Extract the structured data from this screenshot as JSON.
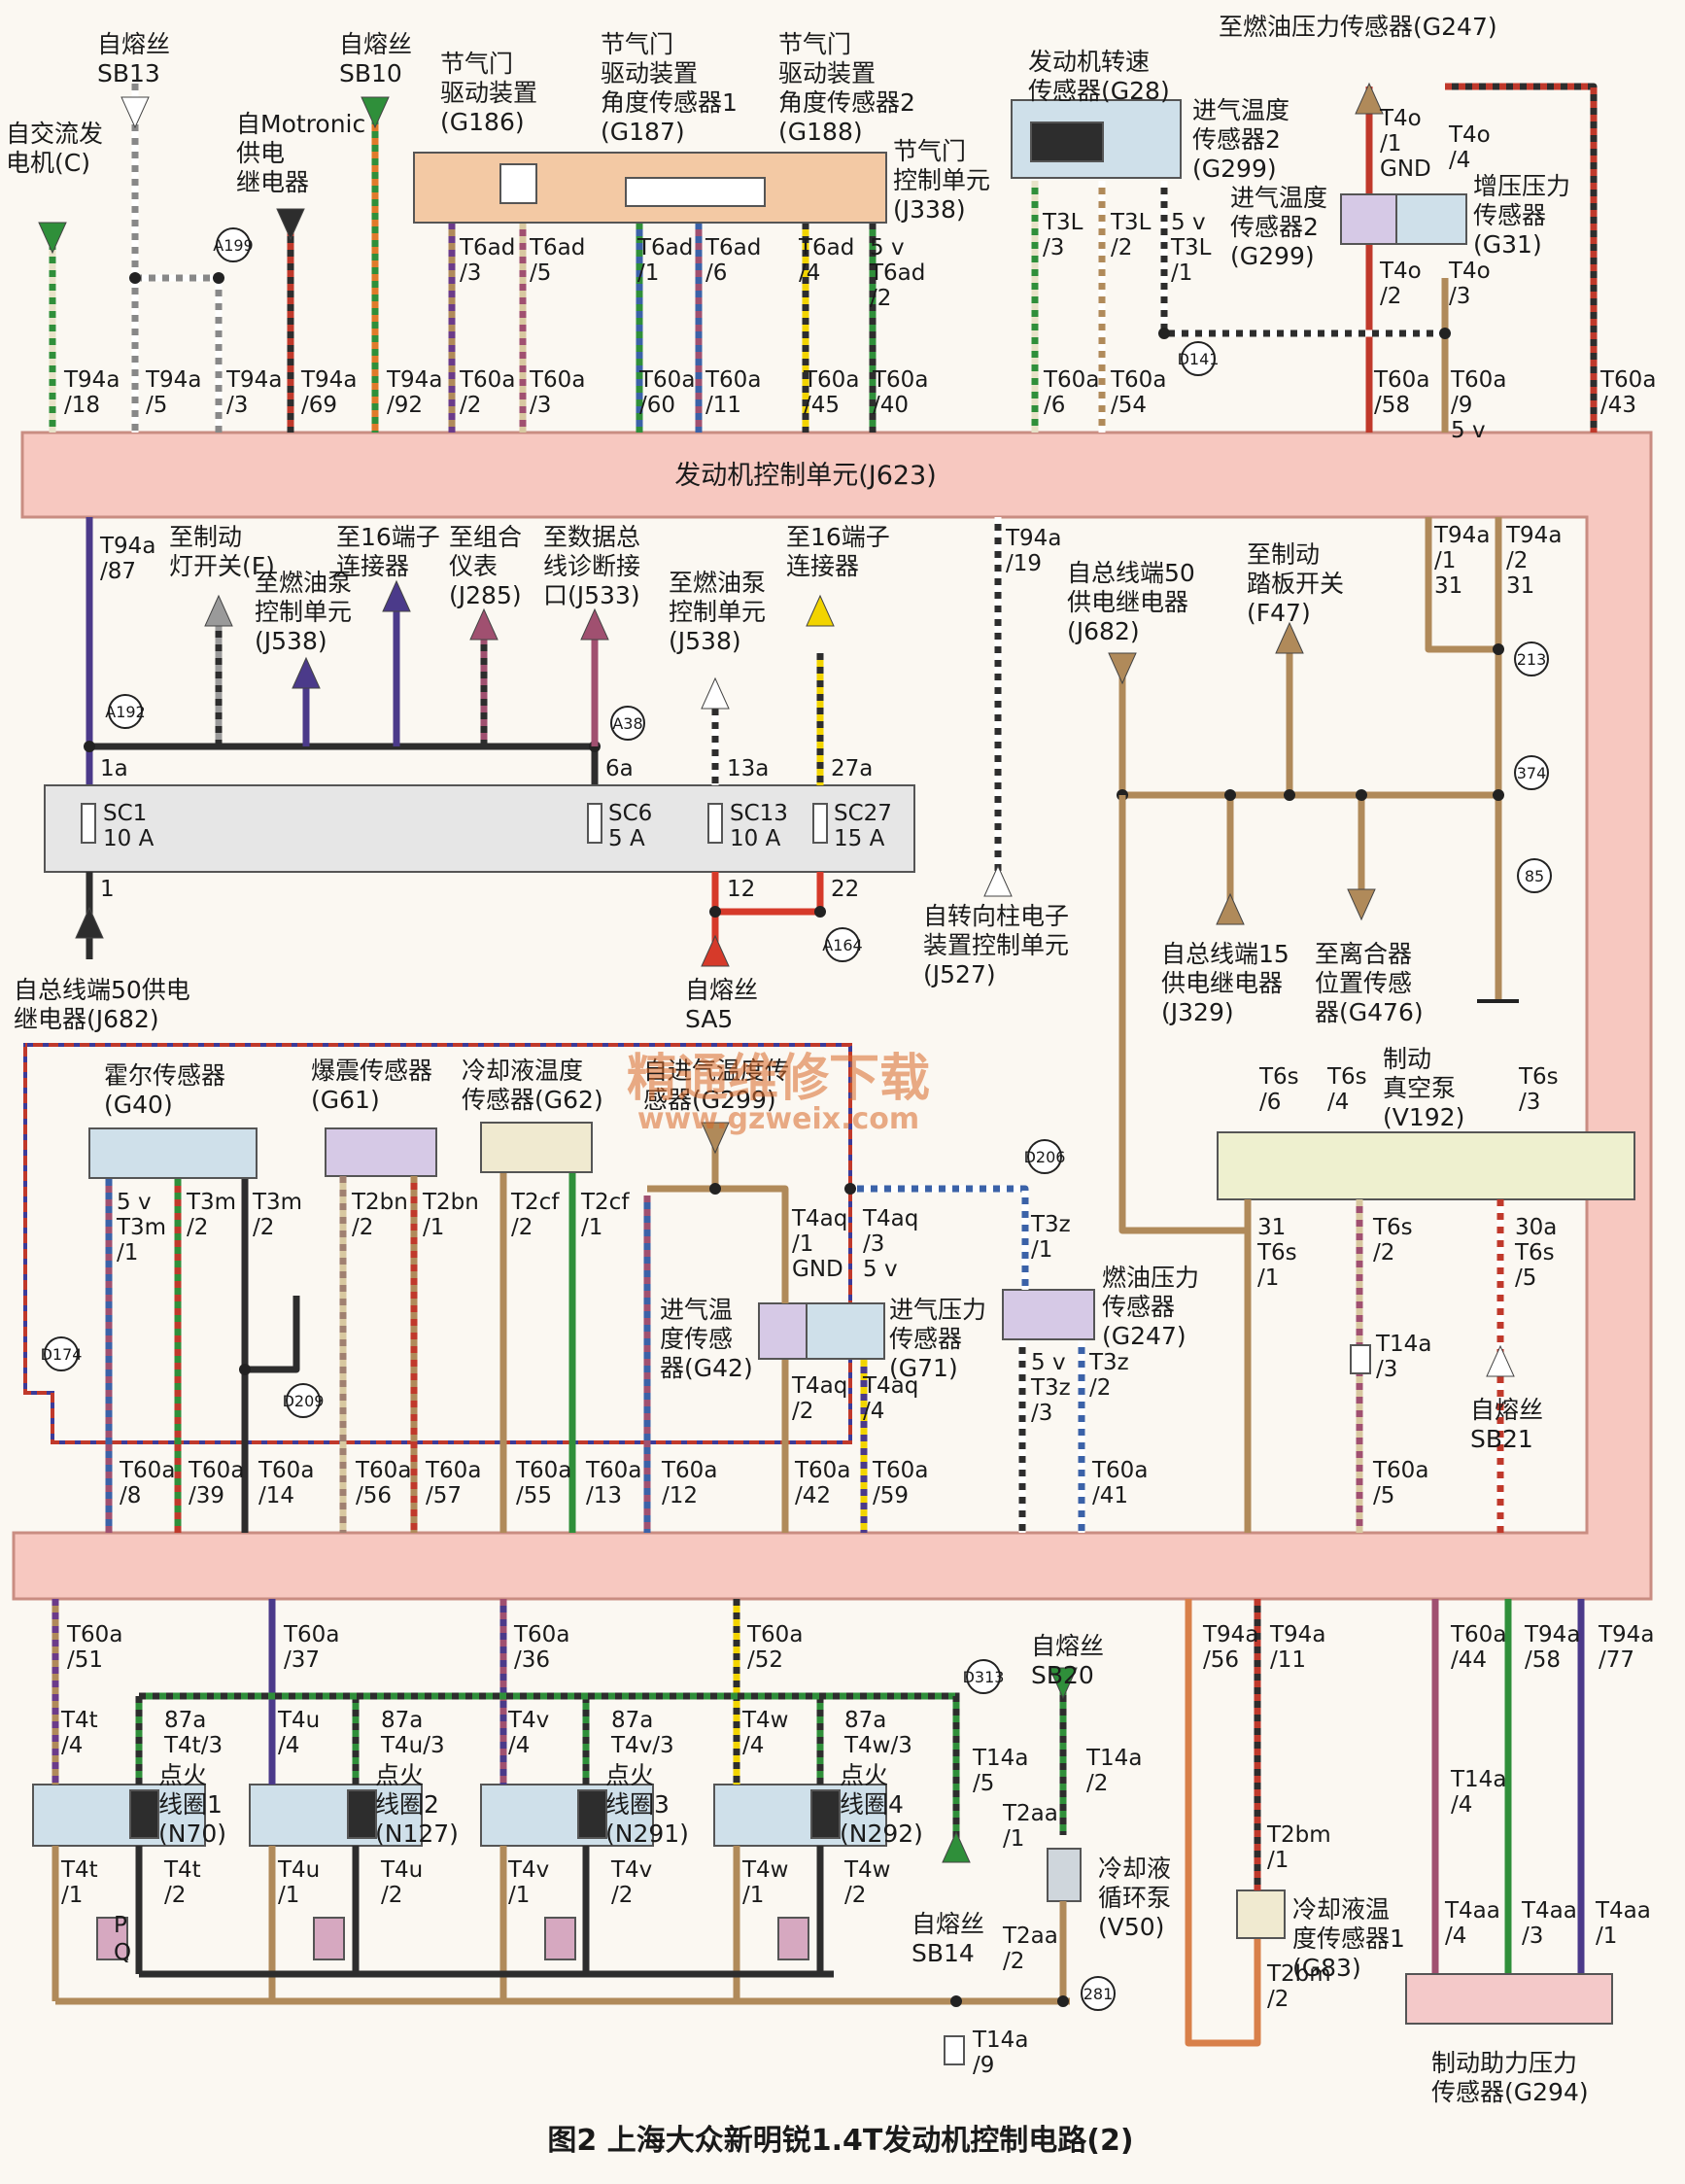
{
  "caption": "图2 上海大众新明锐1.4T发动机控制电路(2)",
  "watermark": {
    "title": "精通维修下载",
    "url": "www.gzweix.com"
  },
  "ecu": {
    "label": "发动机控制单元(J623)"
  },
  "colors": {
    "ecu_band": "#f7c8c0",
    "ecu_border": "#c98d82",
    "component": "#cfe0ea",
    "throttle": "#f3c9a4",
    "fuse_box": "#e6e6e6",
    "pump": "#eef0cf",
    "brake_sensor": "#f4c9c9"
  },
  "top_labels": [
    {
      "id": "alternator",
      "lines": [
        "自交流发",
        "电机(C)"
      ]
    },
    {
      "id": "sb13",
      "lines": [
        "自熔丝",
        "SB13"
      ]
    },
    {
      "id": "motronic",
      "lines": [
        "自Motronic",
        "供电",
        "继电器"
      ]
    },
    {
      "id": "sb10",
      "lines": [
        "自熔丝",
        "SB10"
      ]
    },
    {
      "id": "g186",
      "lines": [
        "节气门",
        "驱动装置",
        "(G186)"
      ]
    },
    {
      "id": "g187",
      "lines": [
        "节气门",
        "驱动装置",
        "角度传感器1",
        "(G187)"
      ]
    },
    {
      "id": "g188",
      "lines": [
        "节气门",
        "驱动装置",
        "角度传感器2",
        "(G188)"
      ]
    },
    {
      "id": "j338",
      "lines": [
        "节气门",
        "控制单元",
        "(J338)"
      ]
    },
    {
      "id": "g28",
      "lines": [
        "发动机转速",
        "传感器(G28)"
      ]
    },
    {
      "id": "g299a",
      "lines": [
        "进气温度",
        "传感器2",
        "(G299)"
      ]
    },
    {
      "id": "to_g247",
      "lines": [
        "至燃油压力传感器(G247)"
      ]
    },
    {
      "id": "g299b",
      "lines": [
        "进气温度",
        "传感器2",
        "(G299)"
      ]
    },
    {
      "id": "g31",
      "lines": [
        "增压压力",
        "传感器",
        "(G31)"
      ]
    }
  ],
  "top_pins": [
    {
      "lines": [
        "T94a",
        "/18"
      ]
    },
    {
      "lines": [
        "T94a",
        "/5"
      ]
    },
    {
      "lines": [
        "T94a",
        "/3"
      ]
    },
    {
      "lines": [
        "T94a",
        "/69"
      ]
    },
    {
      "lines": [
        "T94a",
        "/92"
      ]
    },
    {
      "lines": [
        "T60a",
        "/2"
      ]
    },
    {
      "lines": [
        "T60a",
        "/3"
      ]
    },
    {
      "lines": [
        "T60a",
        "/60"
      ]
    },
    {
      "lines": [
        "T60a",
        "/11"
      ]
    },
    {
      "lines": [
        "T60a",
        "/45"
      ]
    },
    {
      "lines": [
        "T60a",
        "/40"
      ]
    },
    {
      "lines": [
        "T60a",
        "/6"
      ]
    },
    {
      "lines": [
        "T60a",
        "/54"
      ]
    },
    {
      "lines": [
        "T60a",
        "/58"
      ]
    },
    {
      "lines": [
        "T60a",
        "/9",
        "5 v"
      ]
    },
    {
      "lines": [
        "T60a",
        "/43"
      ]
    }
  ],
  "connector_pins": [
    {
      "lines": [
        "T6ad",
        "/3"
      ]
    },
    {
      "lines": [
        "T6ad",
        "/5"
      ]
    },
    {
      "lines": [
        "T6ad",
        "/1"
      ]
    },
    {
      "lines": [
        "T6ad",
        "/6"
      ]
    },
    {
      "lines": [
        "T6ad",
        "/4"
      ]
    },
    {
      "lines": [
        "5 v",
        "T6ad",
        "/2"
      ]
    },
    {
      "lines": [
        "T3L",
        "/3"
      ]
    },
    {
      "lines": [
        "T3L",
        "/2"
      ]
    },
    {
      "lines": [
        "5 v",
        "T3L",
        "/1"
      ]
    },
    {
      "lines": [
        "T4o",
        "/1",
        "GND"
      ]
    },
    {
      "lines": [
        "T4o",
        "/4"
      ]
    },
    {
      "lines": [
        "T4o",
        "/2"
      ]
    },
    {
      "lines": [
        "T4o",
        "/3"
      ]
    }
  ],
  "nodes": [
    "A199",
    "D141",
    "A192",
    "A38",
    "A164",
    "213",
    "374",
    "85",
    "D206",
    "D174",
    "D209",
    "D313",
    "281"
  ],
  "middle_labels": [
    {
      "id": "to_f",
      "lines": [
        "至制动",
        "灯开关(F)"
      ]
    },
    {
      "id": "to_j538a",
      "lines": [
        "至燃油泵",
        "控制单元",
        "(J538)"
      ]
    },
    {
      "id": "to_16pin",
      "lines": [
        "至16端子",
        "连接器"
      ]
    },
    {
      "id": "to_j285",
      "lines": [
        "至组合",
        "仪表",
        "(J285)"
      ]
    },
    {
      "id": "to_j533",
      "lines": [
        "至数据总",
        "线诊断接",
        "口(J533)"
      ]
    },
    {
      "id": "to_j538b",
      "lines": [
        "至燃油泵",
        "控制单元",
        "(J538)"
      ]
    },
    {
      "id": "to_16pin_b",
      "lines": [
        "至16端子",
        "连接器"
      ]
    },
    {
      "id": "j682_top",
      "lines": [
        "自总线端50",
        "供电继电器",
        "(J682)"
      ]
    },
    {
      "id": "to_f47",
      "lines": [
        "至制动",
        "踏板开关",
        "(F47)"
      ]
    },
    {
      "id": "j527",
      "lines": [
        "自转向柱电子",
        "装置控制单元",
        "(J527)"
      ]
    },
    {
      "id": "j329",
      "lines": [
        "自总线端15",
        "供电继电器",
        "(J329)"
      ]
    },
    {
      "id": "g476",
      "lines": [
        "至离合器",
        "位置传感",
        "器(G476)"
      ]
    },
    {
      "id": "j682_bottom",
      "lines": [
        "自总线端50供电",
        "继电器(J682)"
      ]
    },
    {
      "id": "sa5",
      "lines": [
        "自熔丝",
        "SA5"
      ]
    }
  ],
  "middle_pins": [
    {
      "lines": [
        "T94a",
        "/87"
      ]
    },
    {
      "lines": [
        "T94a",
        "/19"
      ]
    },
    {
      "lines": [
        "T94a",
        "/1",
        "31"
      ]
    },
    {
      "lines": [
        "T94a",
        "/2",
        "31"
      ]
    }
  ],
  "fuses": [
    {
      "name": "SC1",
      "rating": "10 A",
      "in": "1a",
      "out": "1"
    },
    {
      "name": "SC6",
      "rating": "5 A",
      "in": "6a",
      "out": ""
    },
    {
      "name": "SC13",
      "rating": "10 A",
      "in": "13a",
      "out": "12"
    },
    {
      "name": "SC27",
      "rating": "15 A",
      "in": "27a",
      "out": "22"
    }
  ],
  "lower_components": [
    {
      "id": "g40",
      "lines": [
        "霍尔传感器",
        "(G40)"
      ]
    },
    {
      "id": "g61",
      "lines": [
        "爆震传感器",
        "(G61)"
      ]
    },
    {
      "id": "g62",
      "lines": [
        "冷却液温度",
        "传感器(G62)"
      ]
    },
    {
      "id": "g299c",
      "lines": [
        "自进气温度传",
        "感器(G299)"
      ]
    },
    {
      "id": "g42",
      "lines": [
        "进气温",
        "度传感",
        "器(G42)"
      ]
    },
    {
      "id": "g71",
      "lines": [
        "进气压力",
        "传感器",
        "(G71)"
      ]
    },
    {
      "id": "g247",
      "lines": [
        "燃油压力",
        "传感器",
        "(G247)"
      ]
    },
    {
      "id": "v192",
      "lines": [
        "制动",
        "真空泵",
        "(V192)"
      ]
    },
    {
      "id": "sb21",
      "lines": [
        "自熔丝",
        "SB21"
      ]
    }
  ],
  "lower_pins": [
    {
      "lines": [
        "5 v",
        "T3m",
        "/1"
      ]
    },
    {
      "lines": [
        "T3m",
        "/2"
      ]
    },
    {
      "lines": [
        "T3m",
        "/2"
      ]
    },
    {
      "lines": [
        "T2bn",
        "/2"
      ]
    },
    {
      "lines": [
        "T2bn",
        "/1"
      ]
    },
    {
      "lines": [
        "T2cf",
        "/2"
      ]
    },
    {
      "lines": [
        "T2cf",
        "/1"
      ]
    },
    {
      "lines": [
        "T4aq",
        "/1",
        "GND"
      ]
    },
    {
      "lines": [
        "T4aq",
        "/3",
        "5 v"
      ]
    },
    {
      "lines": [
        "T4aq",
        "/2"
      ]
    },
    {
      "lines": [
        "T4aq",
        "/4"
      ]
    },
    {
      "lines": [
        "T3z",
        "/1"
      ]
    },
    {
      "lines": [
        "5 v",
        "T3z",
        "/3"
      ]
    },
    {
      "lines": [
        "T3z",
        "/2"
      ]
    },
    {
      "lines": [
        "T6s",
        "/6"
      ]
    },
    {
      "lines": [
        "T6s",
        "/4"
      ]
    },
    {
      "lines": [
        "T6s",
        "/3"
      ]
    },
    {
      "lines": [
        "31",
        "T6s",
        "/1"
      ]
    },
    {
      "lines": [
        "T6s",
        "/2"
      ]
    },
    {
      "lines": [
        "30a",
        "T6s",
        "/5"
      ]
    },
    {
      "lines": [
        "T14a",
        "/3"
      ]
    }
  ],
  "ecu2_pins_top": [
    {
      "lines": [
        "T60a",
        "/8"
      ]
    },
    {
      "lines": [
        "T60a",
        "/39"
      ]
    },
    {
      "lines": [
        "T60a",
        "/14"
      ]
    },
    {
      "lines": [
        "T60a",
        "/56"
      ]
    },
    {
      "lines": [
        "T60a",
        "/57"
      ]
    },
    {
      "lines": [
        "T60a",
        "/55"
      ]
    },
    {
      "lines": [
        "T60a",
        "/13"
      ]
    },
    {
      "lines": [
        "T60a",
        "/12"
      ]
    },
    {
      "lines": [
        "T60a",
        "/42"
      ]
    },
    {
      "lines": [
        "T60a",
        "/59"
      ]
    },
    {
      "lines": [
        "T60a",
        "/41"
      ]
    },
    {
      "lines": [
        "T60a",
        "/5"
      ]
    }
  ],
  "ecu2_pins_bottom": [
    {
      "lines": [
        "T60a",
        "/51"
      ]
    },
    {
      "lines": [
        "T60a",
        "/37"
      ]
    },
    {
      "lines": [
        "T60a",
        "/36"
      ]
    },
    {
      "lines": [
        "T60a",
        "/52"
      ]
    },
    {
      "lines": [
        "T94a",
        "/56"
      ]
    },
    {
      "lines": [
        "T94a",
        "/11"
      ]
    },
    {
      "lines": [
        "T60a",
        "/44"
      ]
    },
    {
      "lines": [
        "T94a",
        "/58"
      ]
    },
    {
      "lines": [
        "T94a",
        "/77"
      ]
    }
  ],
  "coils": [
    {
      "name": [
        "点火",
        "线圈1",
        "(N70)"
      ],
      "pins": [
        "T4t",
        "/4",
        "87a",
        "T4t/3",
        "T4t",
        "/1",
        "T4t",
        "/2"
      ]
    },
    {
      "name": [
        "点火",
        "线圈2",
        "(N127)"
      ],
      "pins": [
        "T4u",
        "/4",
        "87a",
        "T4u/3",
        "T4u",
        "/1",
        "T4u",
        "/2"
      ]
    },
    {
      "name": [
        "点火",
        "线圈3",
        "(N291)"
      ],
      "pins": [
        "T4v",
        "/4",
        "87a",
        "T4v/3",
        "T4v",
        "/1",
        "T4v",
        "/2"
      ]
    },
    {
      "name": [
        "点火",
        "线圈4",
        "(N292)"
      ],
      "pins": [
        "T4w",
        "/4",
        "87a",
        "T4w/3",
        "T4w",
        "/1",
        "T4w",
        "/2"
      ]
    }
  ],
  "bottom_labels": [
    {
      "id": "sb14",
      "lines": [
        "自熔丝",
        "SB14"
      ]
    },
    {
      "id": "sb20",
      "lines": [
        "自熔丝",
        "SB20"
      ]
    },
    {
      "id": "v50",
      "lines": [
        "冷却液",
        "循环泵",
        "(V50)"
      ]
    },
    {
      "id": "g83",
      "lines": [
        "冷却液温",
        "度传感器1",
        "(G83)"
      ]
    },
    {
      "id": "g294",
      "lines": [
        "制动助力压力",
        "传感器(G294)"
      ]
    }
  ],
  "bottom_pins": [
    {
      "lines": [
        "T14a",
        "/5"
      ]
    },
    {
      "lines": [
        "T14a",
        "/2"
      ]
    },
    {
      "lines": [
        "T2aa",
        "/1"
      ]
    },
    {
      "lines": [
        "T2aa",
        "/2"
      ]
    },
    {
      "lines": [
        "T2bm",
        "/1"
      ]
    },
    {
      "lines": [
        "T2bm",
        "/2"
      ]
    },
    {
      "lines": [
        "T14a",
        "/4"
      ]
    },
    {
      "lines": [
        "T4aa",
        "/4"
      ]
    },
    {
      "lines": [
        "T4aa",
        "/3"
      ]
    },
    {
      "lines": [
        "T4aa",
        "/1"
      ]
    },
    {
      "lines": [
        "T14a",
        "/9"
      ]
    },
    {
      "lines": [
        "P"
      ]
    },
    {
      "lines": [
        "Q"
      ]
    }
  ]
}
